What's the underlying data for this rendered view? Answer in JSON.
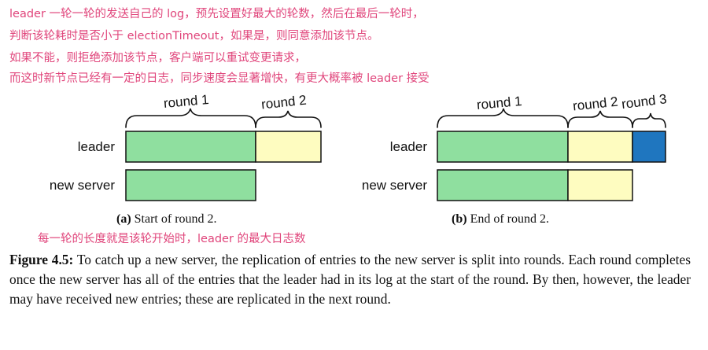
{
  "annotations": {
    "line1": "leader 一轮一轮的发送自己的 log，预先设置好最大的轮数，然后在最后一轮时，",
    "line2": "判断该轮耗时是否小于 electionTimeout，如果是，则同意添加该节点。",
    "line3": "如果不能，则拒绝添加该节点，客户端可以重试变更请求，",
    "line4": "而这时新节点已经有一定的日志，同步速度会显著增快，有更大概率被 leader 接受",
    "line5": "每一轮的长度就是该轮开始时，leader 的最大日志数"
  },
  "diagram_a": {
    "leader_label": "leader",
    "server_label": "new server",
    "round1_label": "round 1",
    "round2_label": "round 2",
    "caption_label": "(a)",
    "caption_text": "Start of round 2."
  },
  "diagram_b": {
    "leader_label": "leader",
    "server_label": "new server",
    "round1_label": "round 1",
    "round2_label": "round 2",
    "round3_label": "round 3",
    "caption_label": "(b)",
    "caption_text": "End of round 2."
  },
  "figure": {
    "label": "Figure 4.5:",
    "text": "To catch up a new server, the replication of entries to the new server is split into rounds. Each round completes once the new server has all of the entries that the leader had in its log at the start of the round. By then, however, the leader may have received new entries; these are replicated in the next round."
  },
  "colors": {
    "round1_fill": "#8fdf9f",
    "round2_fill": "#fefcc0",
    "round3_fill": "#1f76bf",
    "annotation_text": "#e0457b"
  }
}
